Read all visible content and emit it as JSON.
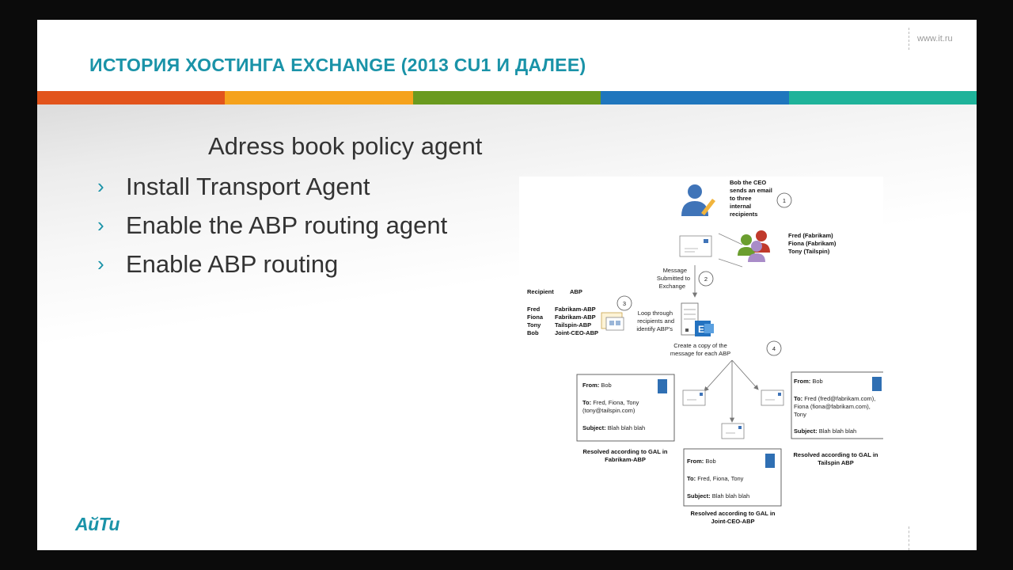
{
  "slide": {
    "title": "ИСТОРИЯ ХОСТИНГА EXCHANGE (2013 CU1 И ДАЛЕЕ)",
    "url": "www.it.ru",
    "subtitle": "Adress book policy agent",
    "bullet_marker": "›",
    "bullets": [
      "Install Transport Agent",
      "Enable the ABP routing agent",
      "Enable ABP routing"
    ],
    "logo_text": "АйТи",
    "stripe_colors": [
      "#e2541c",
      "#f5a21c",
      "#6a9a1f",
      "#1f76bd",
      "#1fb39a"
    ],
    "accent_color": "#1a93a8"
  },
  "diagram": {
    "step1": {
      "number": "1",
      "lines": [
        "Bob the CEO",
        "sends an email",
        "to three",
        "internal",
        "recipients"
      ]
    },
    "recipients": [
      "Fred (Fabrikam)",
      "Fiona (Fabrikam)",
      "Tony (Tailspin)"
    ],
    "step2": {
      "number": "2",
      "lines": [
        "Message",
        "Submitted to",
        "Exchange"
      ]
    },
    "table": {
      "headers": [
        "Recipient",
        "ABP"
      ],
      "rows": [
        [
          "Fred",
          "Fabrikam-ABP"
        ],
        [
          "Fiona",
          "Fabrikam-ABP"
        ],
        [
          "Tony",
          "Tailspin-ABP"
        ],
        [
          "Bob",
          "Joint-CEO-ABP"
        ]
      ]
    },
    "step3": {
      "number": "3",
      "lines": [
        "Loop through",
        "recipients and",
        "identify ABP's"
      ]
    },
    "step4": {
      "number": "4",
      "lines": [
        "Create a copy of the",
        "message for each ABP"
      ]
    },
    "exchange_logo": "E",
    "card_left": {
      "from_label": "From:",
      "from": "Bob",
      "to_label": "To:",
      "to_lines": [
        "Fred, Fiona, Tony",
        "(tony@tailspin.com)"
      ],
      "subject_label": "Subject:",
      "subject": "Blah blah blah",
      "caption": [
        "Resolved according to GAL in",
        "Fabrikam-ABP"
      ]
    },
    "card_right": {
      "from_label": "From:",
      "from": "Bob",
      "to_label": "To:",
      "to_lines": [
        "Fred (fred@fabrikam.com),",
        "Fiona (fiona@fabrikam.com),",
        "Tony"
      ],
      "subject_label": "Subject:",
      "subject": "Blah blah blah",
      "caption": [
        "Resolved according to GAL in",
        "Tailspin ABP"
      ]
    },
    "card_bottom": {
      "from_label": "From:",
      "from": "Bob",
      "to_label": "To:",
      "to_lines": [
        "Fred, Fiona, Tony"
      ],
      "subject_label": "Subject:",
      "subject": "Blah blah blah",
      "caption": [
        "Resolved according to GAL in",
        "Joint-CEO-ABP"
      ]
    }
  }
}
